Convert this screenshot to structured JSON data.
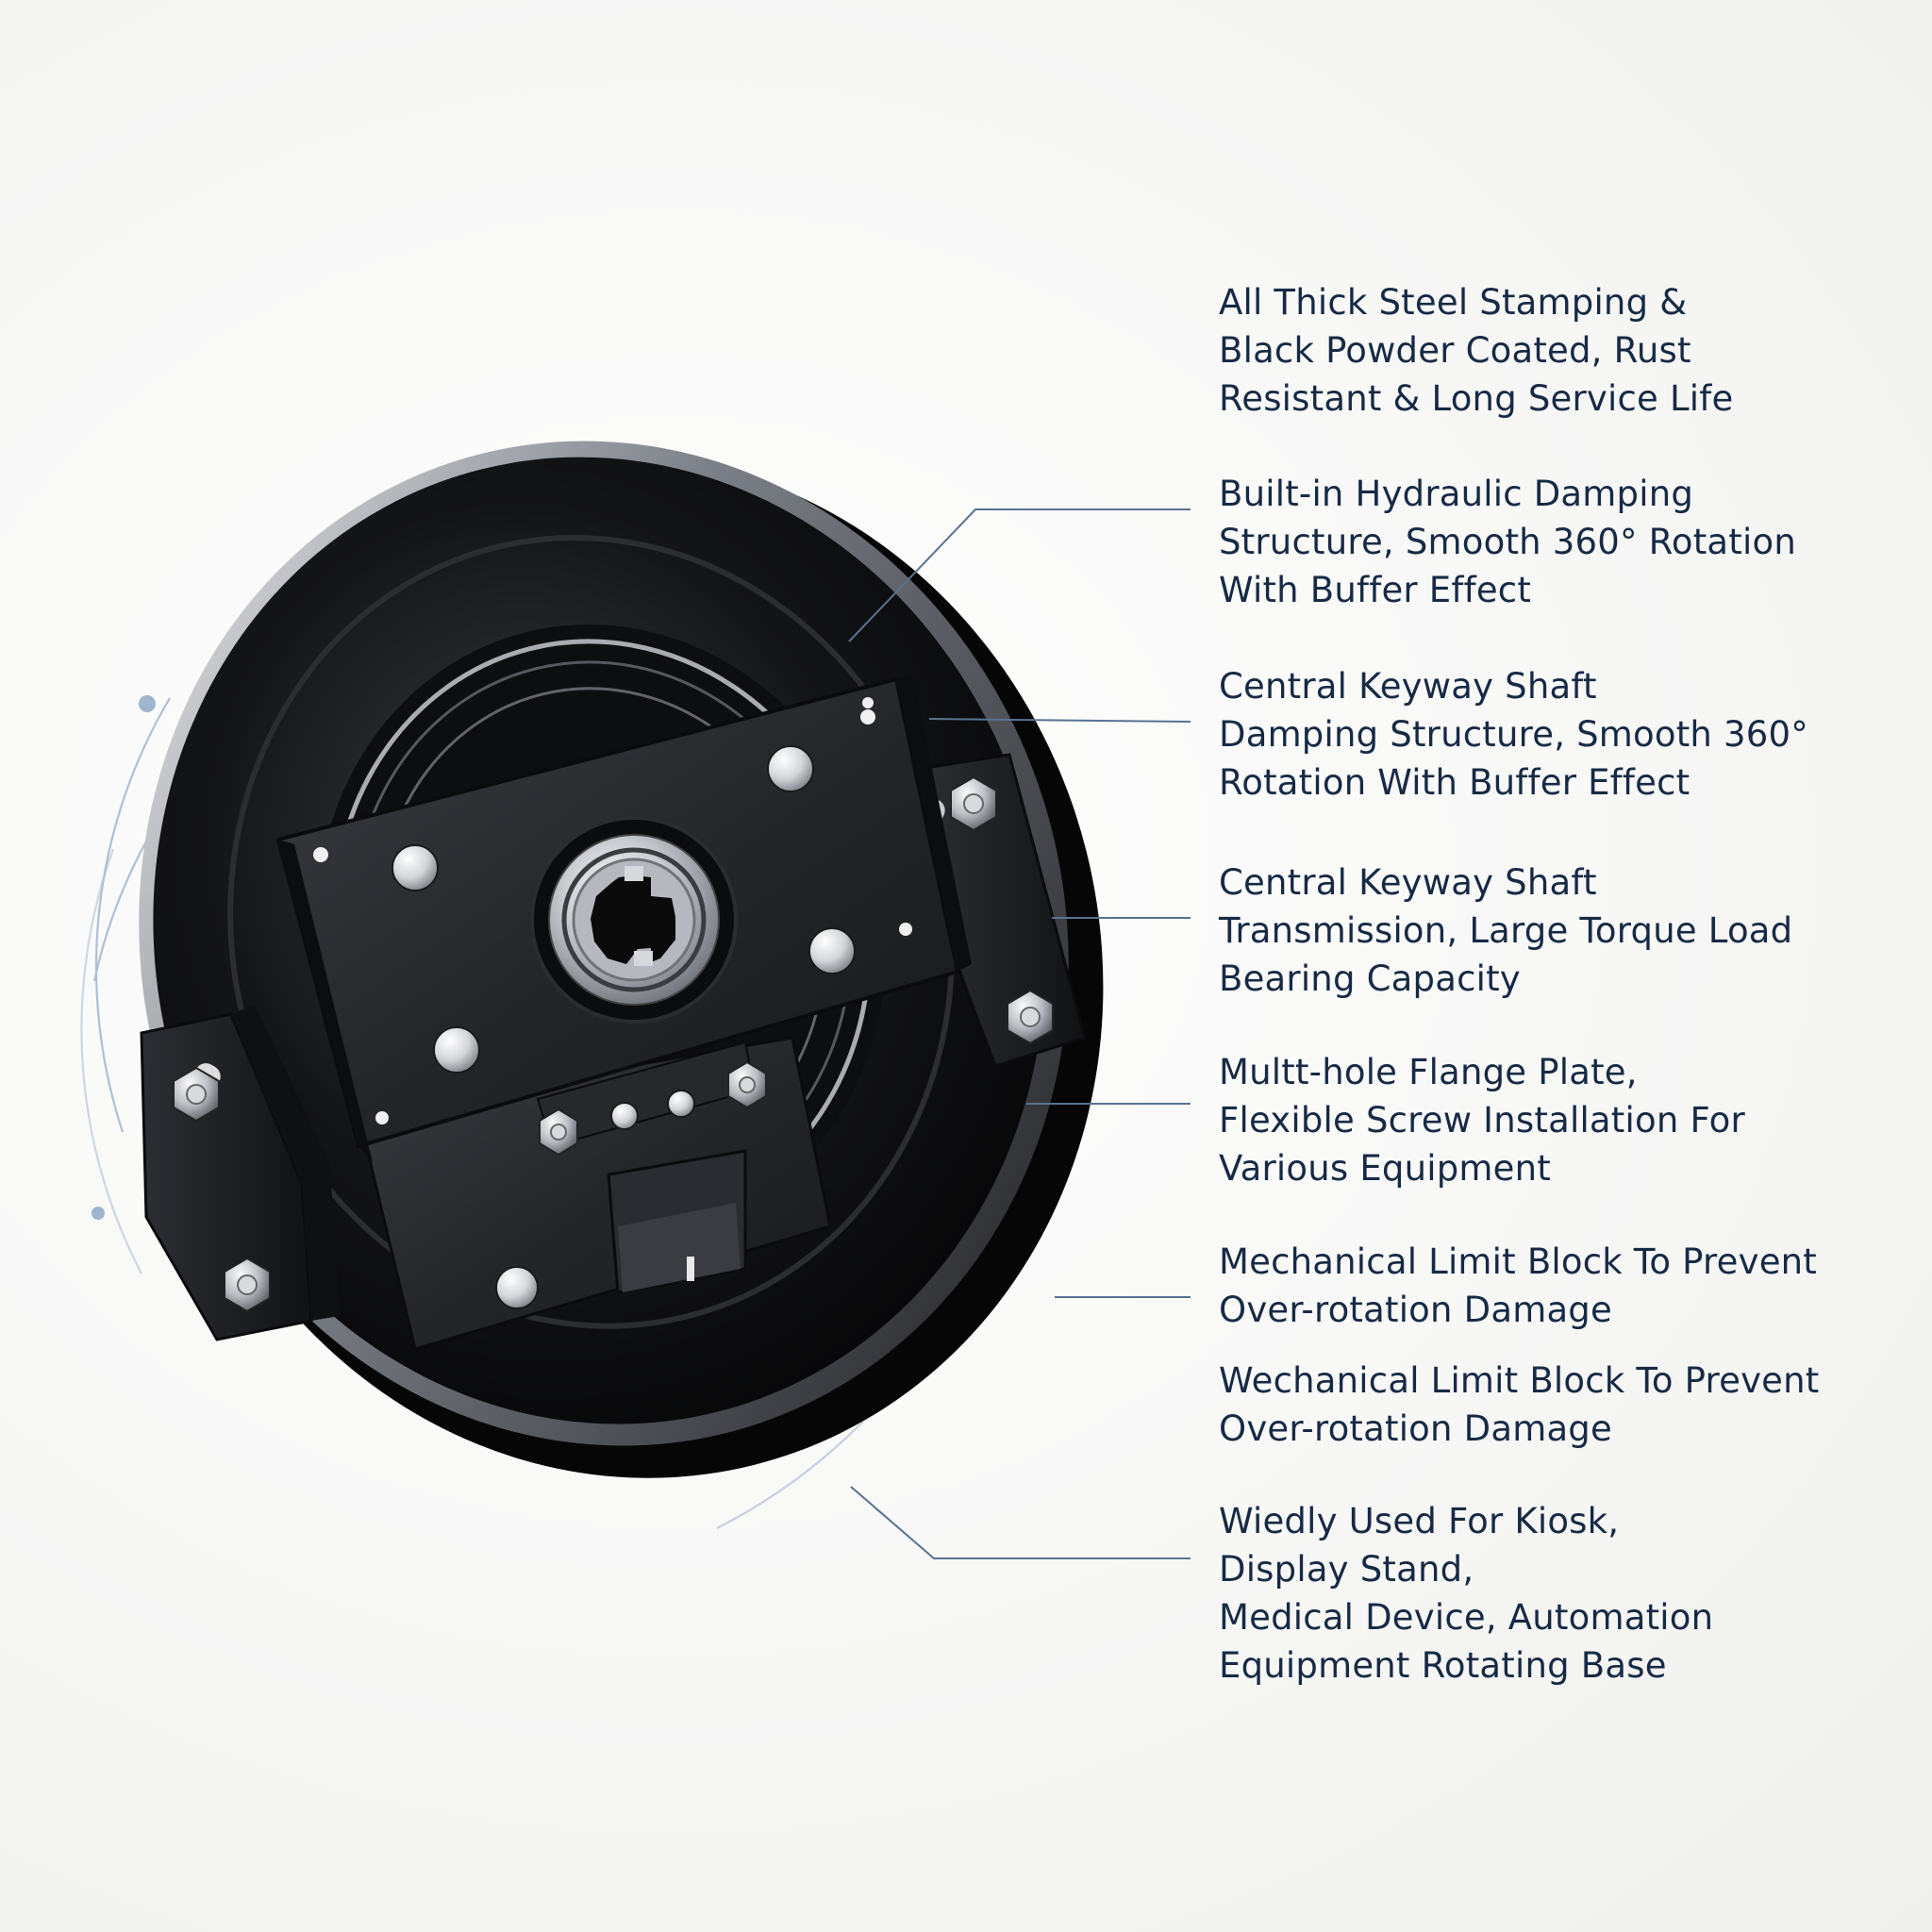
{
  "colors": {
    "background": "#f6f6f5",
    "callout_text": "#172a45",
    "leader_line": "#5a7290",
    "accent_dot": "#9fb4cf",
    "metal_dark": "#16171a",
    "bearing_steel": "#c9ccd1"
  },
  "icons": {
    "product": "rotating-base-bearing-assembly",
    "fasteners": "hex-bolt-icon",
    "rivets": "rivet-icon"
  },
  "callouts": [
    {
      "lines": [
        "All Thick Steel Stamping &",
        "Black Powder Coated, Rust",
        "Resistant & Long Service Life"
      ]
    },
    {
      "lines": [
        "Built-in Hydraulic Damping",
        "Structure, Smooth 360° Rotation",
        "With Buffer Effect"
      ]
    },
    {
      "lines": [
        "Central Keyway Shaft",
        "Damping Structure, Smooth 360°",
        "Rotation With Buffer Effect"
      ]
    },
    {
      "lines": [
        "Central Keyway Shaft",
        "Transmission, Large Torque Load",
        "Bearing Capacity"
      ]
    },
    {
      "lines": [
        "Multt-hole Flange Plate,",
        "Flexible Screw Installation For",
        "Various Equipment"
      ]
    },
    {
      "lines": [
        "Mechanical Limit Block To Prevent",
        "Over-rotation Damage"
      ]
    },
    {
      "lines": [
        "Wechanical Limit Block To Prevent",
        "Over-rotation Damage"
      ]
    },
    {
      "lines": [
        "Wiedly Used For Kiosk,",
        "Display Stand,",
        "Medical Device, Automation",
        "Equipment Rotating Base"
      ]
    }
  ]
}
